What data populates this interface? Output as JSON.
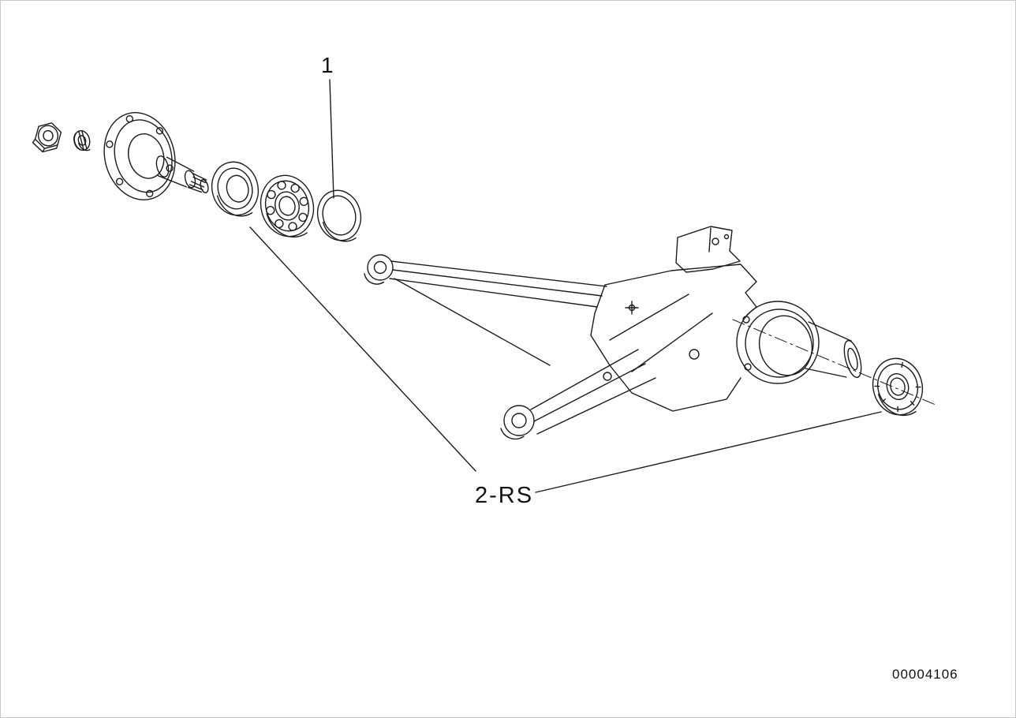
{
  "page": {
    "background_color": "#ffffff",
    "line_color": "#1c1c1c"
  },
  "labels": {
    "part_1": "1",
    "part_2": "2-RS"
  },
  "footer": {
    "diagram_number": "00004106"
  }
}
